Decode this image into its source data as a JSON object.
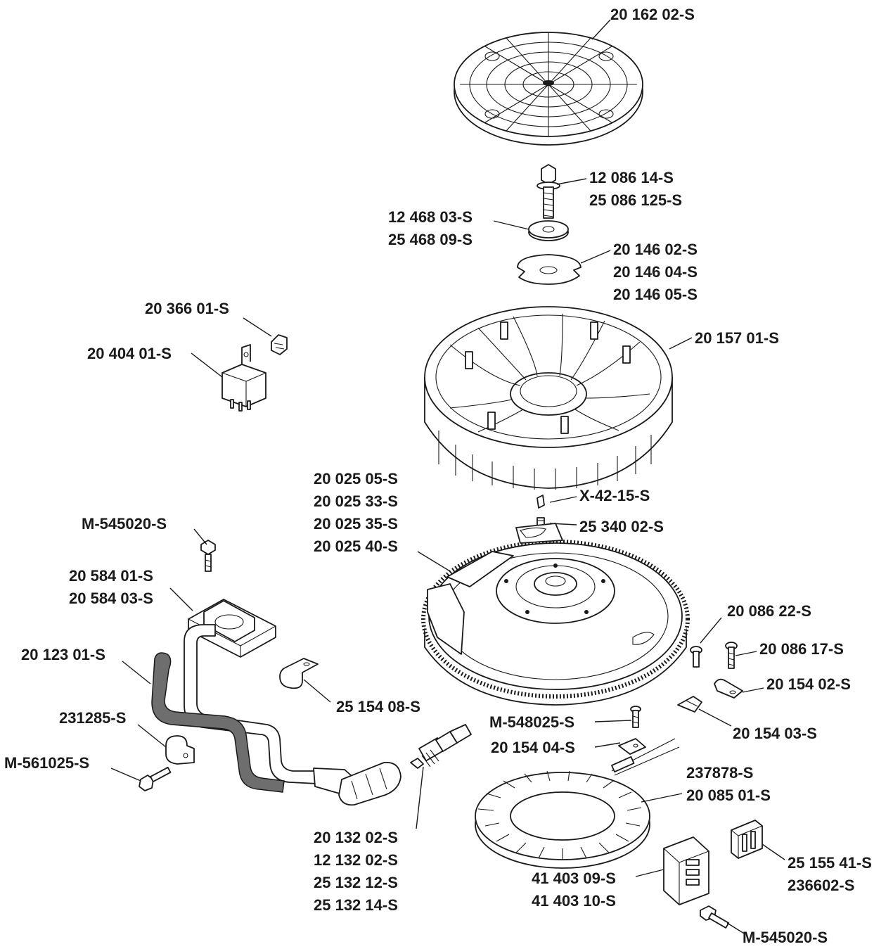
{
  "labels": {
    "fan_screen": "20 162 02-S",
    "bolt_a": "12 086 14-S",
    "bolt_b": "25 086 125-S",
    "washer_a": "12 468 03-S",
    "washer_b": "25 468 09-S",
    "retainer_a": "20 146 02-S",
    "retainer_b": "20 146 04-S",
    "retainer_c": "20 146 05-S",
    "connector": "20 366 01-S",
    "relay": "20 404 01-S",
    "fan": "20 157 01-S",
    "flywheel_a": "20 025 05-S",
    "flywheel_b": "20 025 33-S",
    "flywheel_c": "20 025 35-S",
    "flywheel_d": "20 025 40-S",
    "key_a": "X-42-15-S",
    "key_b": "25 340 02-S",
    "screw_coil": "M-545020-S",
    "coil_a": "20 584 01-S",
    "coil_b": "20 584 03-S",
    "screw_22": "20 086 22-S",
    "screw_17": "20 086 17-S",
    "ground_wire": "20 123 01-S",
    "clamp_02": "20 154 02-S",
    "clamp_08": "25 154 08-S",
    "clip_231285": "231285-S",
    "screw_548": "M-548025-S",
    "clamp_03": "20 154 03-S",
    "screw_561": "M-561025-S",
    "clamp_04": "20 154 04-S",
    "stator_a": "237878-S",
    "stator_b": "20 085 01-S",
    "plug_a": "20 132 02-S",
    "plug_b": "12 132 02-S",
    "plug_c": "25 132 12-S",
    "plug_d": "25 132 14-S",
    "rectifier_a": "25 155 41-S",
    "rectifier_b": "236602-S",
    "regulator_a": "41 403 09-S",
    "regulator_b": "41 403 10-S",
    "screw_reg": "M-545020-S"
  }
}
